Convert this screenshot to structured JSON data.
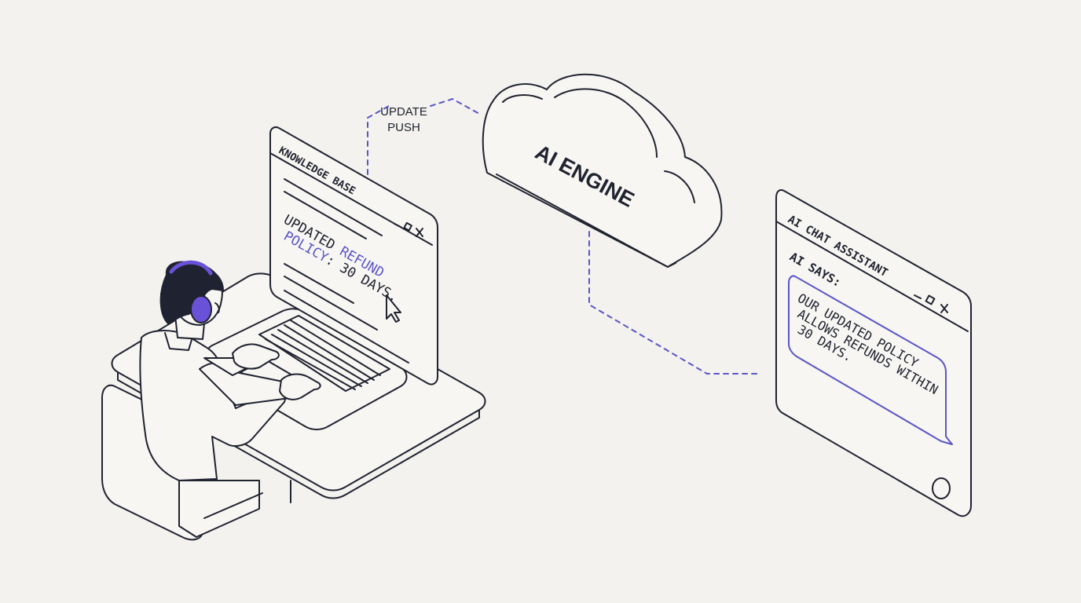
{
  "labels": {
    "update_push_line1": "UPDATE",
    "update_push_line2": "PUSH",
    "cloud": "AI ENGINE"
  },
  "knowledge_base": {
    "title": "KNOWLEDGE BASE",
    "line1_a": "UPDATED ",
    "line1_b": "REFUND",
    "line2_a": "POLICY",
    "line2_b": ": 30 DAYS."
  },
  "chat_assistant": {
    "title": "AI CHAT ASSISTANT",
    "speaker": "AI SAYS:",
    "message_lines": [
      "OUR UPDATED POLICY",
      "ALLOWS REFUNDS WITHIN",
      "30 DAYS."
    ]
  },
  "colors": {
    "accent": "#5b55c9",
    "ink": "#202330",
    "background": "#f3f2ee"
  }
}
